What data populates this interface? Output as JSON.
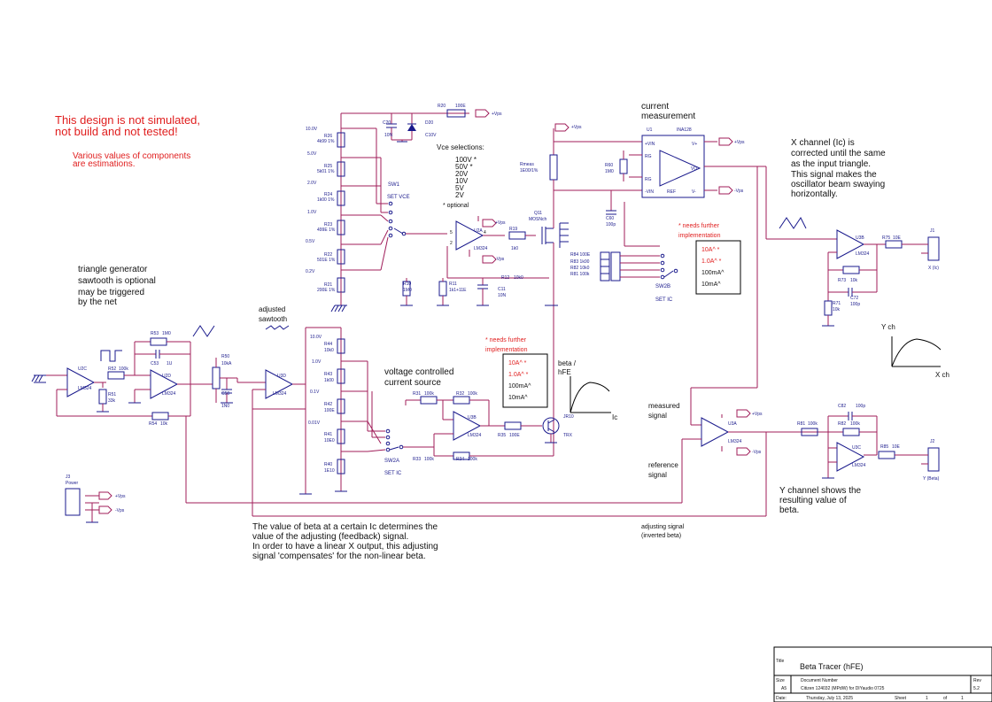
{
  "notes": {
    "not_simulated_1": "This design is not simulated,",
    "not_simulated_2": "not build and not tested!",
    "various_1": "Various values of components",
    "various_2": "are estimations.",
    "tri_1": "triangle  generator",
    "tri_2": "sawtooth is optional",
    "tri_3": "may be triggered",
    "tri_4": "by the net",
    "adj_saw_1": "adjusted",
    "adj_saw_2": "sawtooth",
    "vcs_1": "voltage controlled",
    "vcs_2": "current source",
    "cur_meas_1": "current",
    "cur_meas_2": "measurement",
    "xch_1": "X channel (Ic) is",
    "xch_2": "corrected until the same",
    "xch_3": "as the input triangle.",
    "xch_4": "This signal makes the",
    "xch_5": "oscillator beam swaying",
    "xch_6": "horizontally.",
    "ych_1": "Y channel shows the",
    "ych_2": "resulting value of",
    "ych_3": "beta.",
    "beta_1": "The value of beta at a certain Ic determines the",
    "beta_2": "value of the adjusting (feedback) signal.",
    "beta_3": "In order to have a linear X output, this adjusting",
    "beta_4": "signal 'compensates' for the non-linear beta.",
    "adjsig_1": "adjusting signal",
    "adjsig_2": "(inverted beta)",
    "meas_1": "measured",
    "meas_2": "signal",
    "ref_1": "reference",
    "ref_2": "signal",
    "vce_title": "Vce selections:",
    "vce_opts": [
      "100V *",
      "50V *",
      "20V",
      "10V",
      "5V",
      "2V"
    ],
    "optional": "* optional",
    "needs_a_1": "* needs further",
    "needs_a_2": "implementation",
    "needs_b_1": "* needs further",
    "needs_b_2": "implementation",
    "ic_box_a": [
      "10A^ *",
      "1.0A^ *",
      "100mA^",
      "10mA^"
    ],
    "ic_box_b": [
      "10A^ *",
      "1.0A^ *",
      "100mA^",
      "10mA^"
    ],
    "beta_hfe_1": "beta /",
    "beta_hfe_2": "hFE",
    "ic_axis": "Ic",
    "ych_axis": "Y ch",
    "xch_axis": "X ch"
  },
  "labels": {
    "sw1": "SW1",
    "set_vce": "SET VCE",
    "sw2a": "SW2A",
    "set_ic_a": "SET IC",
    "sw2b": "SW2B",
    "set_ic_b": "SET IC",
    "r26": "R26",
    "r26v": "4k99 1%",
    "v_10": "10.0V",
    "r25": "R25",
    "r25v": "5k01 1%",
    "v_5": "5.0V",
    "r24": "R24",
    "r24v": "1k00 1%",
    "v_2": "2.0V",
    "r23": "R23",
    "r23v": "499E 1%",
    "v_1": "1.0V",
    "r22": "R22",
    "r22v": "501E 1%",
    "v_05": "0.5V",
    "r21": "R21",
    "r21v": "200E 1%",
    "v_02": "0.2V",
    "c20": "C20",
    "c20v": "10N",
    "d20": "D20",
    "c10v": "C10V",
    "r20": "R20",
    "r20v": "100E",
    "vps": "+Vps",
    "vms": "-Vps",
    "u2a": "U2A",
    "lm324": "LM324",
    "r19": "R19",
    "r19v": "1k0",
    "q11": "Q11",
    "q11v": "MOSNch",
    "r10": "R10",
    "r10v": "1M0",
    "r11": "R11",
    "r11v": "1k1+11E",
    "c11": "C11",
    "c11v": "10N",
    "r12": "R12",
    "r12v": "10k0",
    "rmeas": "Rmeas",
    "rmeasv": "1E00/1%",
    "r60": "R60",
    "r60v": "1M0",
    "c60": "C60",
    "c60v": "100p",
    "u1": "U1",
    "u1v": "INA128",
    "p_vin": "+VIN",
    "p_rg1": "RG",
    "p_rg2": "RG",
    "p_min": "-VIN",
    "p_vp": "V+",
    "p_vo": "VO",
    "p_ref": "REF",
    "p_vm": "V-",
    "r84": "R84 100E",
    "r83": "R83 1k00",
    "r82": "R82 10k0",
    "r81": "R81 100k",
    "u3b": "U3B",
    "r75": "R75",
    "r75v": "10E",
    "j1": "J1",
    "j1v": "X (Ic)",
    "r73": "R73",
    "r73v": "10k",
    "c72": "C72",
    "c72v": "100p",
    "r71": "R71",
    "r71v": "10k",
    "u2c": "U2C",
    "u2d": "U2D",
    "u3d": "U3D",
    "r53": "R53",
    "r53v": "1M0",
    "c53": "C53",
    "c53v": "1U",
    "r52": "R52",
    "r52v": "100k",
    "r51": "R51",
    "r51v": "33k",
    "r54": "R54",
    "r54v": "10k",
    "r50": "R50",
    "r50v": "10kA",
    "c50": "C50",
    "c50v": "1N0",
    "r44": "R44",
    "r44v": "10k0",
    "r43": "R43",
    "r43v": "1k00",
    "r42": "R42",
    "r42v": "100E",
    "r41": "R41",
    "r41v": "10E0",
    "r40": "R40",
    "r40v": "1E10",
    "v10b": "10.0V",
    "v1b": "1.0V",
    "v01b": "0.1V",
    "v001b": "0.01V",
    "u3b2": "U3B",
    "r31": "R31",
    "r31v": "100k",
    "r32": "R32",
    "r32v": "100k",
    "r33": "R33",
    "r33v": "100k",
    "r34": "R34",
    "r34v": "100k",
    "r35": "R35",
    "r35v": "100E",
    "jr10": "JR10",
    "trx": "TRX",
    "u3a": "U3A",
    "r81b": "R81",
    "r81bv": "100k",
    "c82": "C82",
    "c82v": "100p",
    "r82b": "R82",
    "r82bv": "100k",
    "u3c": "U3C",
    "r85": "R85",
    "r85v": "10E",
    "j2": "J2",
    "j2v": "Y (Beta)",
    "j3": "J3",
    "j3v": "Power"
  },
  "title_block": {
    "title_label": "Title",
    "title": "Beta Tracer (hFE)",
    "size_label": "Size",
    "size": "A5",
    "docnum_label": "Document Number",
    "docnum": "Citizen 124032 (MPdW)     for DIYaudio     0725",
    "rev_label": "Rev",
    "rev": "5.2",
    "date_label": "Date:",
    "date": "Thursday, July 13, 2025",
    "sheet_label": "Sheet",
    "sheet": "1",
    "of_label": "of",
    "of": "1"
  }
}
